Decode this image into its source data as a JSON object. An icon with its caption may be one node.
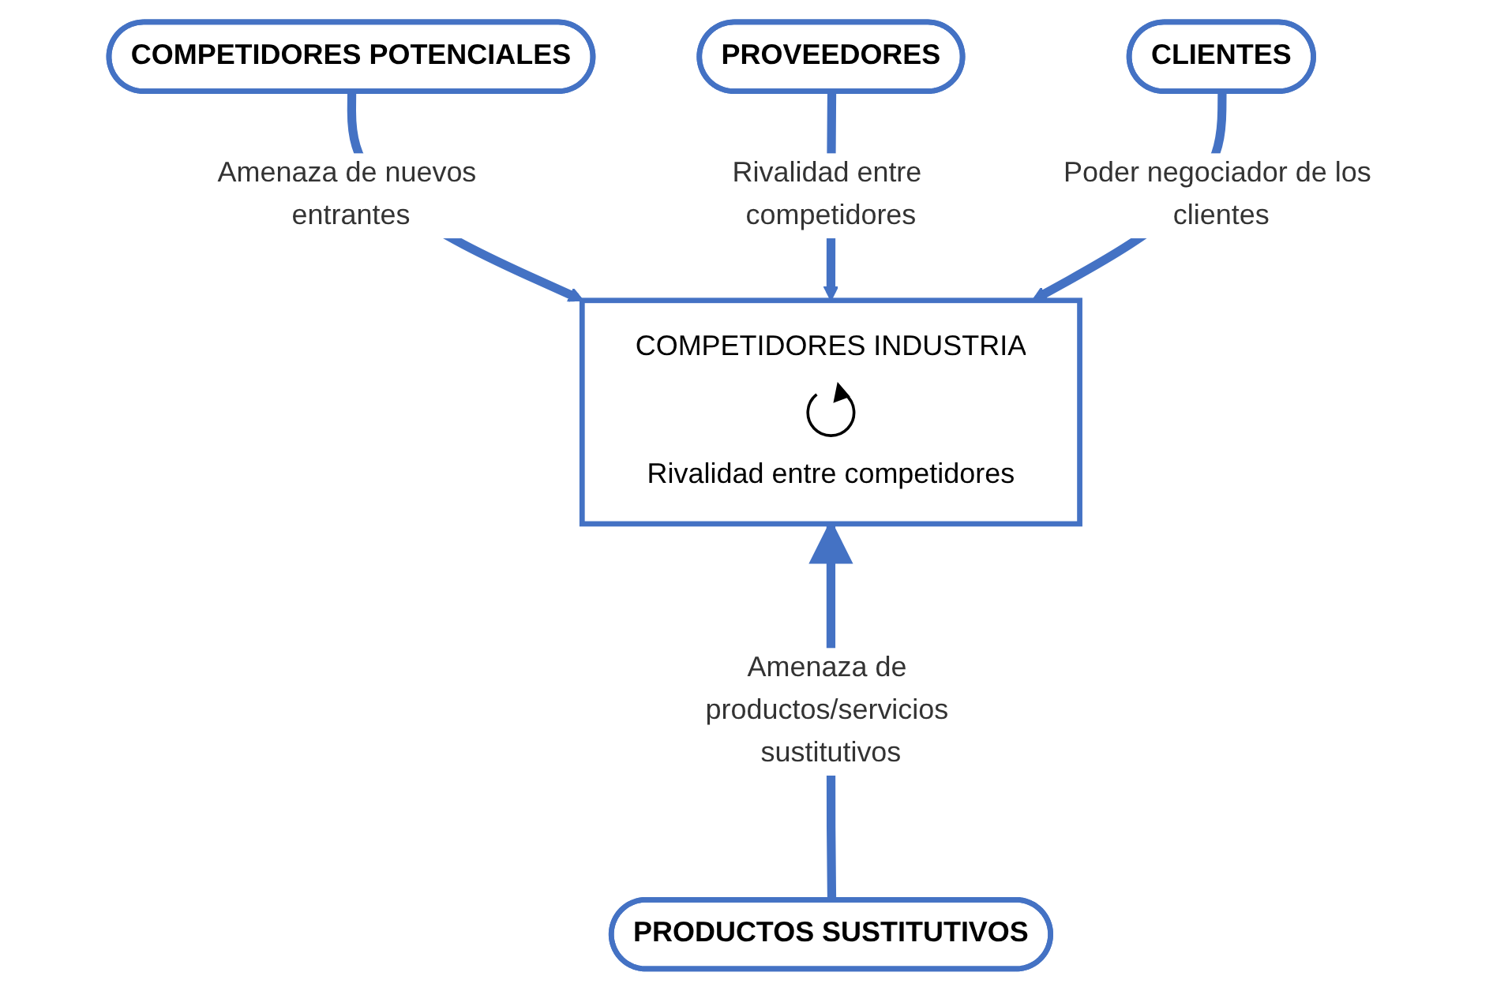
{
  "diagram": {
    "nodes": [
      {
        "text": [
          "COMPETIDORES POTENCIALES"
        ]
      },
      {
        "text": [
          "COMPETIDORES INDUSTRIA",
          "Rivalidad entre competidores"
        ]
      },
      {
        "text": [
          "PROVEEDORES"
        ]
      },
      {
        "text": [
          "CLIENTES"
        ]
      },
      {
        "text": [
          "PRODUCTOS SUSTITUTIVOS"
        ]
      }
    ],
    "edges": [
      {
        "from": 0,
        "to": 1,
        "arrow": "to",
        "label": "Amenaza de nuevos entrantes"
      },
      {
        "from": 2,
        "to": 1,
        "arrow": "to",
        "label": "Rivalidad entre competidores"
      },
      {
        "from": 3,
        "to": 1,
        "arrow": "to",
        "label": "Poder negociador de los clientes"
      },
      {
        "from": 4,
        "to": 1,
        "arrow": "to",
        "label": "Amenaza de productos/servicios sustitutivos"
      }
    ]
  }
}
